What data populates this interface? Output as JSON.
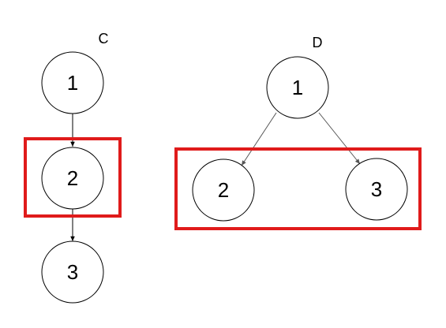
{
  "graphs": {
    "c": {
      "label": "C",
      "nodes": [
        "1",
        "2",
        "3"
      ]
    },
    "d": {
      "label": "D",
      "nodes": [
        "1",
        "2",
        "3"
      ]
    }
  },
  "colors": {
    "highlight": "#e01b1b",
    "node_stroke": "#000000",
    "edge": "#555555"
  }
}
